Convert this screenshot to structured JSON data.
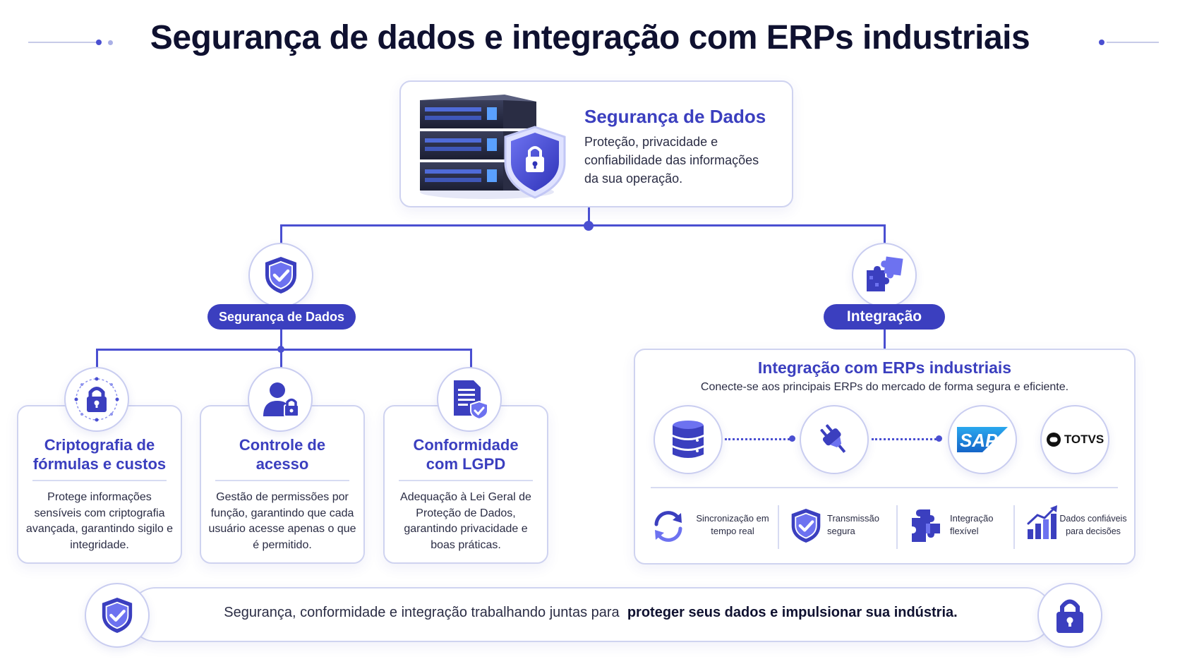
{
  "title": "Segurança de dados e integração com ERPs industriais",
  "colors": {
    "primary": "#3b3fbf",
    "accent": "#4a4fd1",
    "border": "#cfd3f0",
    "dark": "#0f1130"
  },
  "top_card": {
    "icon": "server-shield-icon",
    "title": "Segurança de Dados",
    "description": "Proteção, privacidade e confiabilidade das informações da sua operação."
  },
  "branches": {
    "security": {
      "icon": "shield-check-icon",
      "label": "Segurança de Dados"
    },
    "integration": {
      "icon": "puzzle-icon",
      "label": "Integração"
    }
  },
  "features": [
    {
      "icon": "lock-circuit-icon",
      "title": "Criptografia de fórmulas e custos",
      "description": "Protege informações sensíveis com criptografia avançada, garantindo sigilo e integridade."
    },
    {
      "icon": "user-lock-icon",
      "title": "Controle de acesso",
      "description": "Gestão de permissões por função, garantindo que cada usuário acesse apenas o que é permitido."
    },
    {
      "icon": "document-shield-icon",
      "title": "Conformidade com LGPD",
      "description": "Adequação à Lei Geral de Proteção de Dados, garantindo privacidade e boas práticas."
    }
  ],
  "integration": {
    "title": "Integração com ERPs industriais",
    "subtitle": "Conecte-se aos principais ERPs do mercado de forma segura e eficiente.",
    "flow": [
      {
        "icon": "database-icon"
      },
      {
        "icon": "plug-icon"
      },
      {
        "icon": "sap-logo",
        "label": "SAP"
      },
      {
        "icon": "totvs-logo",
        "label": "TOTVS"
      }
    ],
    "benefits": [
      {
        "icon": "sync-icon",
        "label": "Sincronização em tempo real"
      },
      {
        "icon": "shield-check-icon",
        "label": "Transmissão segura"
      },
      {
        "icon": "puzzle-icon",
        "label": "Integração flexível"
      },
      {
        "icon": "bar-chart-icon",
        "label": "Dados confiáveis para decisões"
      }
    ]
  },
  "banner": {
    "left_icon": "shield-check-icon",
    "right_icon": "lock-icon",
    "text": "Segurança, conformidade e integração trabalhando juntas para",
    "bold": "proteger seus dados e impulsionar sua indústria."
  }
}
